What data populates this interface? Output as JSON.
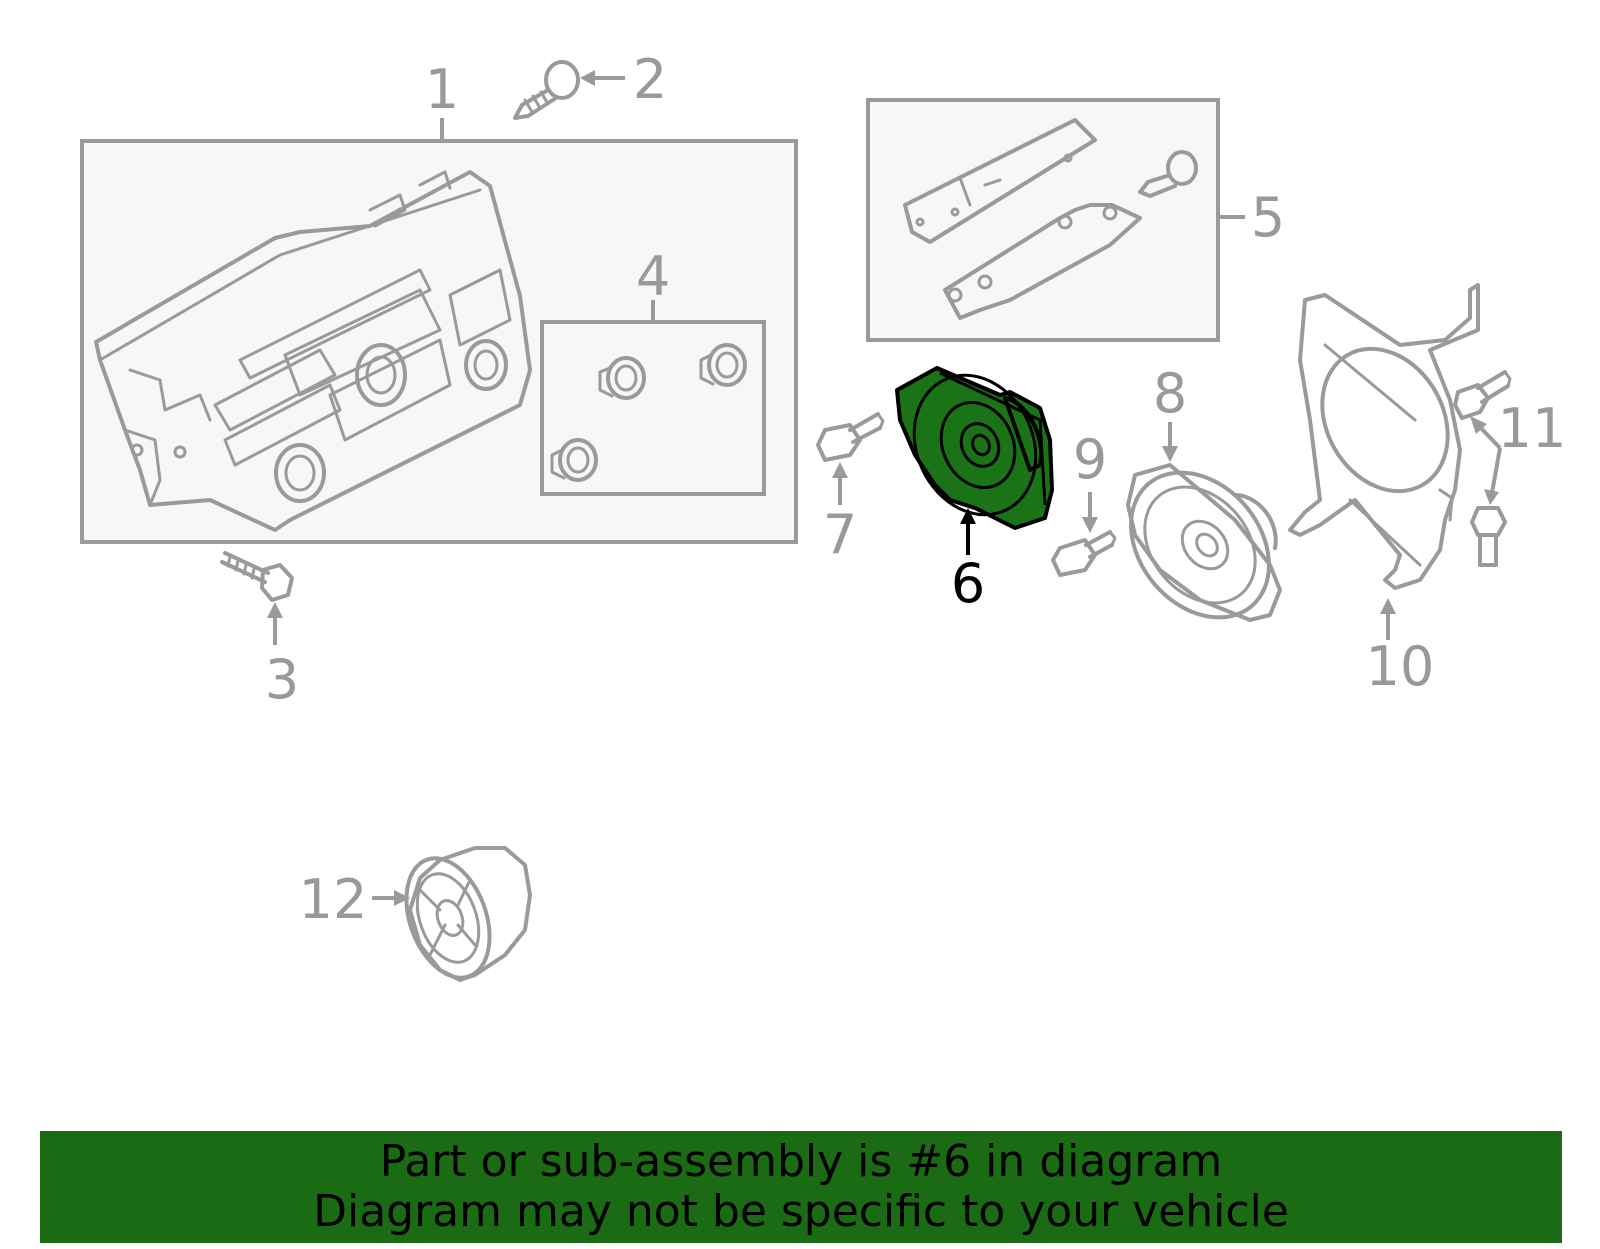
{
  "callouts": {
    "c1": "1",
    "c2": "2",
    "c3": "3",
    "c4": "4",
    "c5": "5",
    "c6": "6",
    "c7": "7",
    "c8": "8",
    "c9": "9",
    "c10": "10",
    "c11": "11",
    "c12": "12"
  },
  "highlighted_part": "6",
  "colors": {
    "highlight": "#1b7318",
    "banner": "#1b6b15",
    "line": "#9a9a9a"
  },
  "banner": {
    "line1": "Part or sub-assembly is #6 in diagram",
    "line2": "Diagram may not be specific to your vehicle"
  }
}
